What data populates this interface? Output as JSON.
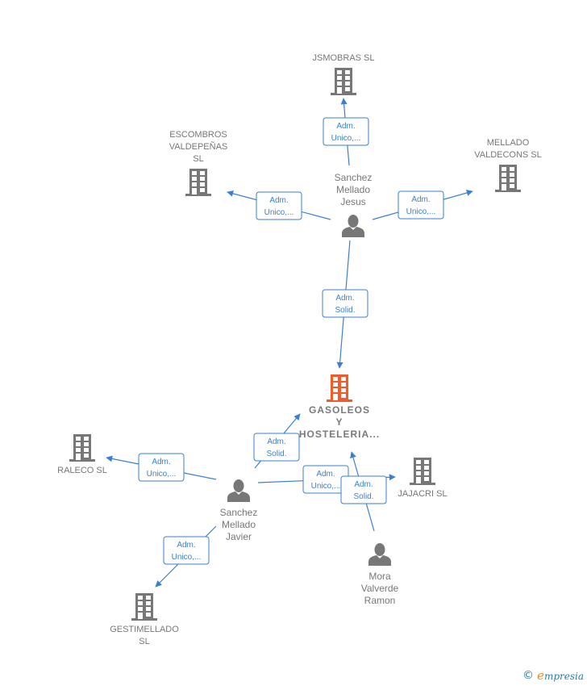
{
  "colors": {
    "edge": "#3a7fd5",
    "node_gray": "#777777",
    "main_company": "#f25c2a",
    "footer_brand": "#2a7aa8",
    "footer_e": "#f08a24"
  },
  "nodes": [
    {
      "id": "jsmobras",
      "type": "company",
      "label_lines": [
        "JSMOBRAS  SL"
      ],
      "label_pos": "above"
    },
    {
      "id": "escombros",
      "type": "company",
      "label_lines": [
        "ESCOMBROS",
        "VALDEPEÑAS",
        "SL"
      ],
      "label_pos": "above"
    },
    {
      "id": "mellado_valdecons",
      "type": "company",
      "label_lines": [
        "MELLADO",
        "VALDECONS SL"
      ],
      "label_pos": "above"
    },
    {
      "id": "sanchez_jesus",
      "type": "person",
      "label_lines": [
        "Sanchez",
        "Mellado",
        "Jesus"
      ],
      "label_pos": "above"
    },
    {
      "id": "gasoleos",
      "type": "main-company",
      "label_lines": [
        "GASOLEOS",
        "Y",
        "HOSTELERIA..."
      ],
      "label_pos": "below"
    },
    {
      "id": "raleco",
      "type": "company",
      "label_lines": [
        "RALECO SL"
      ],
      "label_pos": "below"
    },
    {
      "id": "sanchez_javier",
      "type": "person",
      "label_lines": [
        "Sanchez",
        "Mellado",
        "Javier"
      ],
      "label_pos": "below"
    },
    {
      "id": "jajacri",
      "type": "company",
      "label_lines": [
        "JAJACRI  SL"
      ],
      "label_pos": "below"
    },
    {
      "id": "mora",
      "type": "person",
      "label_lines": [
        "Mora",
        "Valverde",
        "Ramon"
      ],
      "label_pos": "below"
    },
    {
      "id": "gestimellado",
      "type": "company",
      "label_lines": [
        "GESTIMELLADO",
        "SL"
      ],
      "label_pos": "below"
    }
  ],
  "edges": [
    {
      "from": "sanchez_jesus",
      "to": "jsmobras",
      "label_lines": [
        "Adm.",
        "Unico,..."
      ]
    },
    {
      "from": "sanchez_jesus",
      "to": "escombros",
      "label_lines": [
        "Adm.",
        "Unico,..."
      ]
    },
    {
      "from": "sanchez_jesus",
      "to": "mellado_valdecons",
      "label_lines": [
        "Adm.",
        "Unico,..."
      ]
    },
    {
      "from": "sanchez_jesus",
      "to": "gasoleos",
      "label_lines": [
        "Adm.",
        "Solid."
      ]
    },
    {
      "from": "sanchez_javier",
      "to": "raleco",
      "label_lines": [
        "Adm.",
        "Unico,..."
      ]
    },
    {
      "from": "sanchez_javier",
      "to": "gasoleos",
      "label_lines": [
        "Adm.",
        "Solid."
      ]
    },
    {
      "from": "sanchez_javier",
      "to": "jajacri",
      "label_lines": [
        "Adm.",
        "Unico,..."
      ]
    },
    {
      "from": "sanchez_javier",
      "to": "gestimellado",
      "label_lines": [
        "Adm.",
        "Unico,..."
      ]
    },
    {
      "from": "mora",
      "to": "gasoleos",
      "label_lines": [
        "Adm.",
        "Solid."
      ]
    }
  ],
  "footer": {
    "copyright_symbol": "©",
    "brand_first": "e",
    "brand_rest": "mpresia"
  }
}
